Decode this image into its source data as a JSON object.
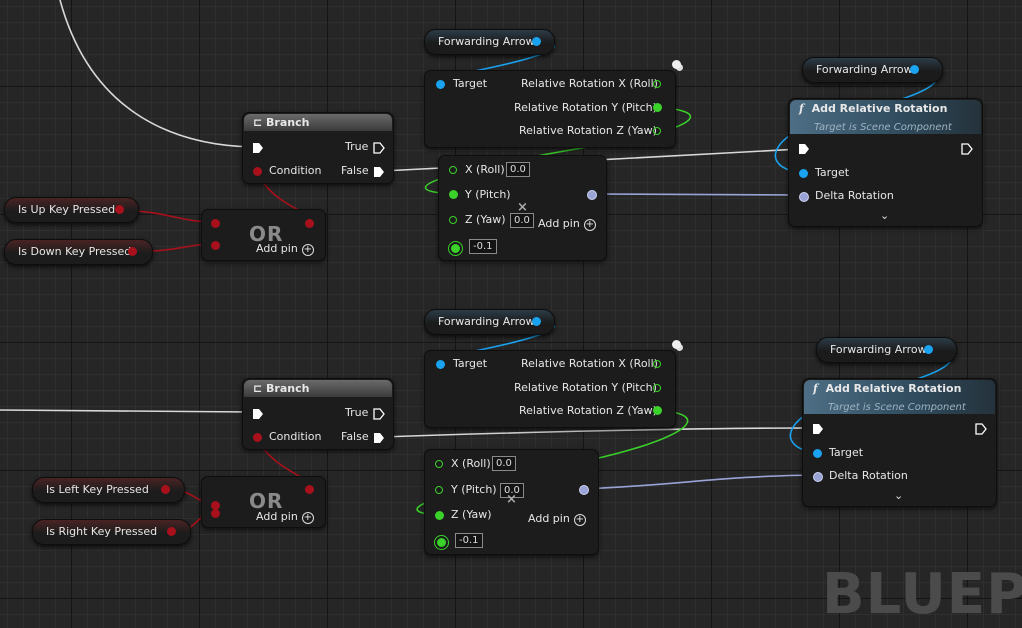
{
  "watermark": "BLUEPR",
  "variables": {
    "forwarding_arrow": "Forwarding Arrow",
    "is_up": "Is Up Key Pressed",
    "is_down": "Is Down Key Pressed",
    "is_left": "Is Left Key Pressed",
    "is_right": "Is Right Key Pressed"
  },
  "branch": {
    "title": "Branch",
    "true": "True",
    "false": "False",
    "condition": "Condition"
  },
  "or_node": {
    "title": "OR",
    "add_pin": "Add pin"
  },
  "break_rot": {
    "target": "Target",
    "x": "Relative Rotation X (Roll)",
    "y": "Relative Rotation Y (Pitch)",
    "z": "Relative Rotation Z (Yaw)"
  },
  "make_rot": {
    "x": "X (Roll)",
    "y": "Y (Pitch)",
    "z": "Z (Yaw)",
    "add_pin": "Add pin",
    "x_val": "0.0",
    "y_val": "0.0",
    "z_val": "0.0",
    "extra": "-0.1"
  },
  "add_rel": {
    "title": "Add Relative Rotation",
    "subtitle": "Target is Scene Component",
    "target": "Target",
    "delta": "Delta Rotation",
    "func_icon": "f"
  }
}
